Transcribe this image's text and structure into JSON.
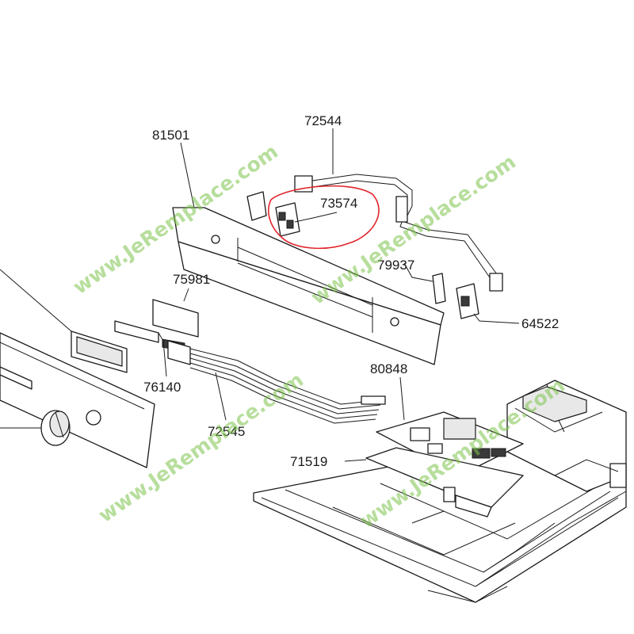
{
  "diagram": {
    "labels": {
      "p72544": "72544",
      "p81501": "81501",
      "p73574": "73574",
      "p79937": "79937",
      "p64522": "64522",
      "p75981": "75981",
      "p76140": "76140",
      "p80848": "80848",
      "p72545": "72545",
      "p71519": "71519"
    },
    "highlighted_part": "73574",
    "highlight_color": "#e0242b",
    "watermark": {
      "text": "www.JeRemplace.com",
      "color": "#7cc24a"
    }
  }
}
